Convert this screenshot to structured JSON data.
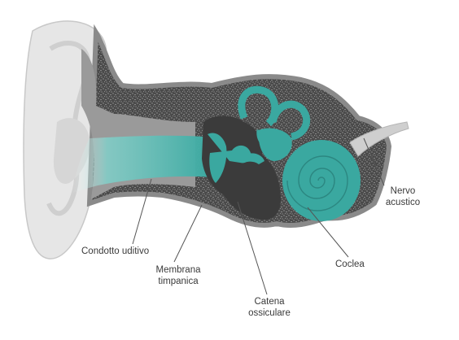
{
  "diagram": {
    "labels": {
      "condotto": "Condotto uditivo",
      "membrana_line1": "Membrana",
      "membrana_line2": "timpanica",
      "catena_line1": "Catena",
      "catena_line2": "ossiculare",
      "coclea": "Coclea",
      "nervo_line1": "Nervo",
      "nervo_line2": "acustico"
    },
    "colors": {
      "teal": "#3aa8a0",
      "teal_light": "#7fd3cc",
      "bone_gray": "#8a8a8a",
      "dark_cavity": "#3b3b3b",
      "skin": "#e6e6e6",
      "leader": "#555555"
    }
  }
}
